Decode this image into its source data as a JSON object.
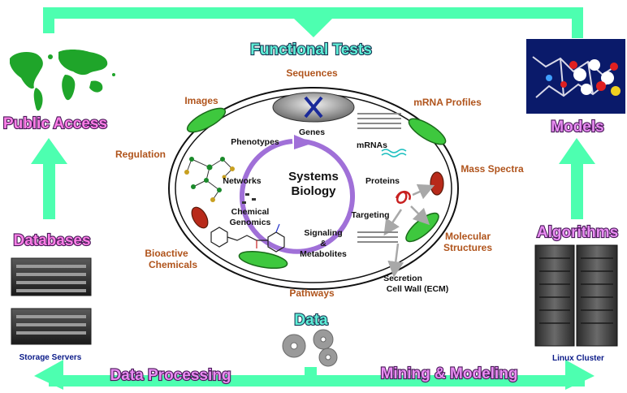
{
  "titles": {
    "functional_tests": "Functional Tests",
    "public_access": "Public Access",
    "models": "Models",
    "databases": "Databases",
    "algorithms": "Algorithms",
    "data": "Data",
    "data_processing": "Data Processing",
    "mining_modeling": "Mining & Modeling"
  },
  "captions": {
    "storage_servers": "Storage Servers",
    "linux_cluster": "Linux Cluster"
  },
  "outer_labels": {
    "sequences": "Sequences",
    "images": "Images",
    "mrna_profiles": "mRNA Profiles",
    "regulation": "Regulation",
    "mass_spectra": "Mass Spectra",
    "molecular_structures_1": "Molecular",
    "molecular_structures_2": "Structures",
    "bioactive_1": "Bioactive",
    "bioactive_2": "Chemicals",
    "pathways": "Pathways"
  },
  "inner_labels": {
    "genes": "Genes",
    "phenotypes": "Phenotypes",
    "mrnas": "mRNAs",
    "networks": "Networks",
    "proteins": "Proteins",
    "chemical_1": "Chemical",
    "chemical_2": "Genomics",
    "targeting": "Targeting",
    "signaling_1": "Signaling",
    "signaling_2": "&",
    "signaling_3": "Metabolites",
    "secretion_1": "Secretion",
    "secretion_2": "Cell Wall (ECM)"
  },
  "center": {
    "line1": "Systems",
    "line2": "Biology"
  },
  "colors": {
    "arrow": "#4dffb0",
    "cycle": "#a070d8",
    "outer_label": "#b0541c",
    "organelle": "#3ec83e"
  }
}
